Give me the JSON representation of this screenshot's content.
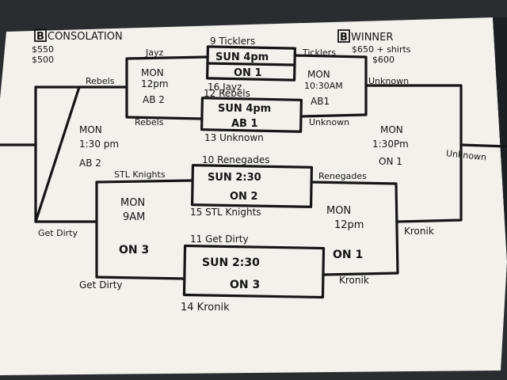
{
  "corners": {
    "consolation": {
      "box_letter": "B",
      "title": "CONSOLATION",
      "line1": "$550",
      "line2": "$500"
    },
    "winner": {
      "box_letter": "B",
      "title": "WINNER",
      "line1": "$650 + shirts",
      "line2": "$600"
    }
  },
  "games": {
    "top": {
      "seed_top": "9 Ticklers",
      "day_time": "SUN 4pm",
      "field": "ON 1",
      "seed_bottom": "16 Jayz"
    },
    "upper": {
      "seed_top": "12 Rebels",
      "day_time": "SUN 4pm",
      "field": "AB 1",
      "seed_bottom": "13 Unknown"
    },
    "lower": {
      "seed_top": "10 Renegades",
      "day_time": "SUN 2:30",
      "field": "ON 2",
      "seed_bottom": "15 STL Knights"
    },
    "bottom": {
      "seed_top": "11 Get Dirty",
      "day_time": "SUN 2:30",
      "field": "ON 3",
      "seed_bottom": "14 Kronik"
    }
  },
  "monday": {
    "left_upper": {
      "day": "MON",
      "time": "12pm",
      "field": "AB 2"
    },
    "right_upper": {
      "day": "MON",
      "time": "10:30AM",
      "field": "AB1"
    },
    "left_lower": {
      "day": "MON",
      "time": "9AM",
      "field": "ON 3"
    },
    "right_lower": {
      "day": "MON",
      "time": "12pm",
      "field": "ON 1"
    },
    "left_final": {
      "day": "MON",
      "time": "1:30 pm",
      "field": "AB 2"
    },
    "right_final": {
      "day": "MON",
      "time": "1:30Pm",
      "field": "ON 1"
    }
  },
  "advance_labels": {
    "jayz": "Jayz",
    "ticklers": "Ticklers",
    "rebels_upper": "Rebels",
    "rebels_lower": "Rebels",
    "unknown_upper": "Unknown",
    "unknown_lower": "Unknown",
    "unknown_far": "Unknown",
    "stl_knights": "STL Knights",
    "renegades": "Renegades",
    "get_dirty_upper": "Get Dirty",
    "get_dirty_lower": "Get Dirty",
    "kronik_upper": "Kronik",
    "kronik_lower": "Kronik"
  }
}
